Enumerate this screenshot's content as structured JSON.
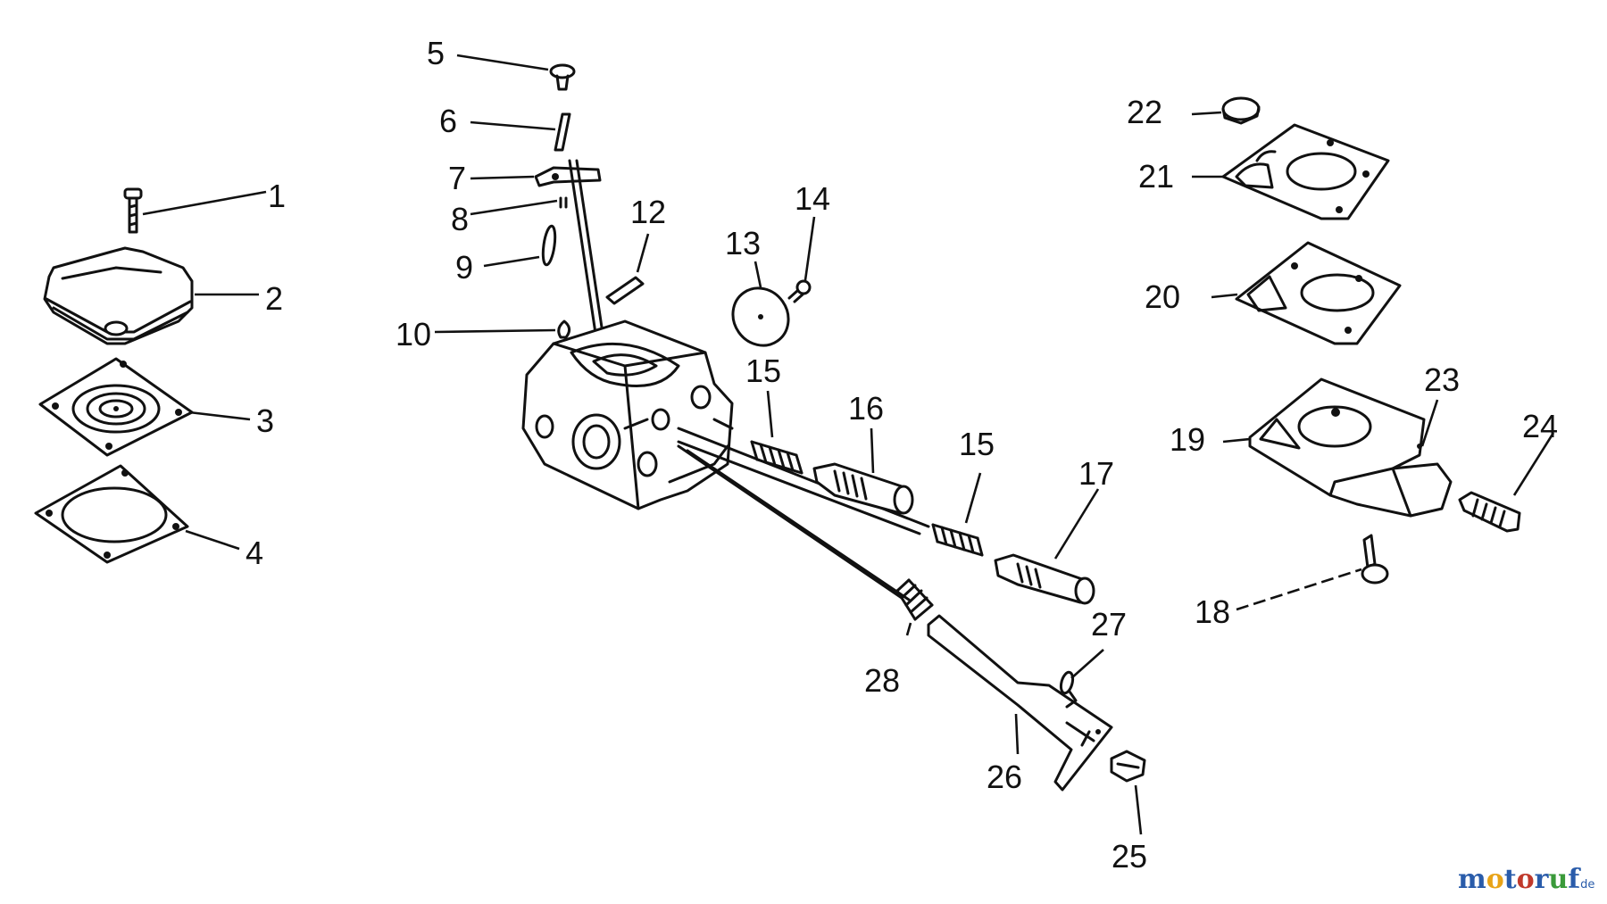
{
  "diagram": {
    "labels": {
      "p1": "1",
      "p2": "2",
      "p3": "3",
      "p4": "4",
      "p5": "5",
      "p6": "6",
      "p7": "7",
      "p8": "8",
      "p9": "9",
      "p10": "10",
      "p12": "12",
      "p13": "13",
      "p14": "14",
      "p15a": "15",
      "p15b": "15",
      "p16": "16",
      "p17": "17",
      "p18": "18",
      "p19": "19",
      "p20": "20",
      "p21": "21",
      "p22": "22",
      "p23": "23",
      "p24": "24",
      "p25": "25",
      "p26": "26",
      "p27": "27",
      "p28": "28"
    }
  },
  "watermark": {
    "parts": [
      "m",
      "o",
      "t",
      "o",
      "r",
      "u",
      "f"
    ],
    "colors": [
      "#2a5caa",
      "#e8a317",
      "#2a5caa",
      "#c0392b",
      "#2a5caa",
      "#3a9a3a",
      "#2a5caa"
    ],
    "suffix": ".de"
  }
}
